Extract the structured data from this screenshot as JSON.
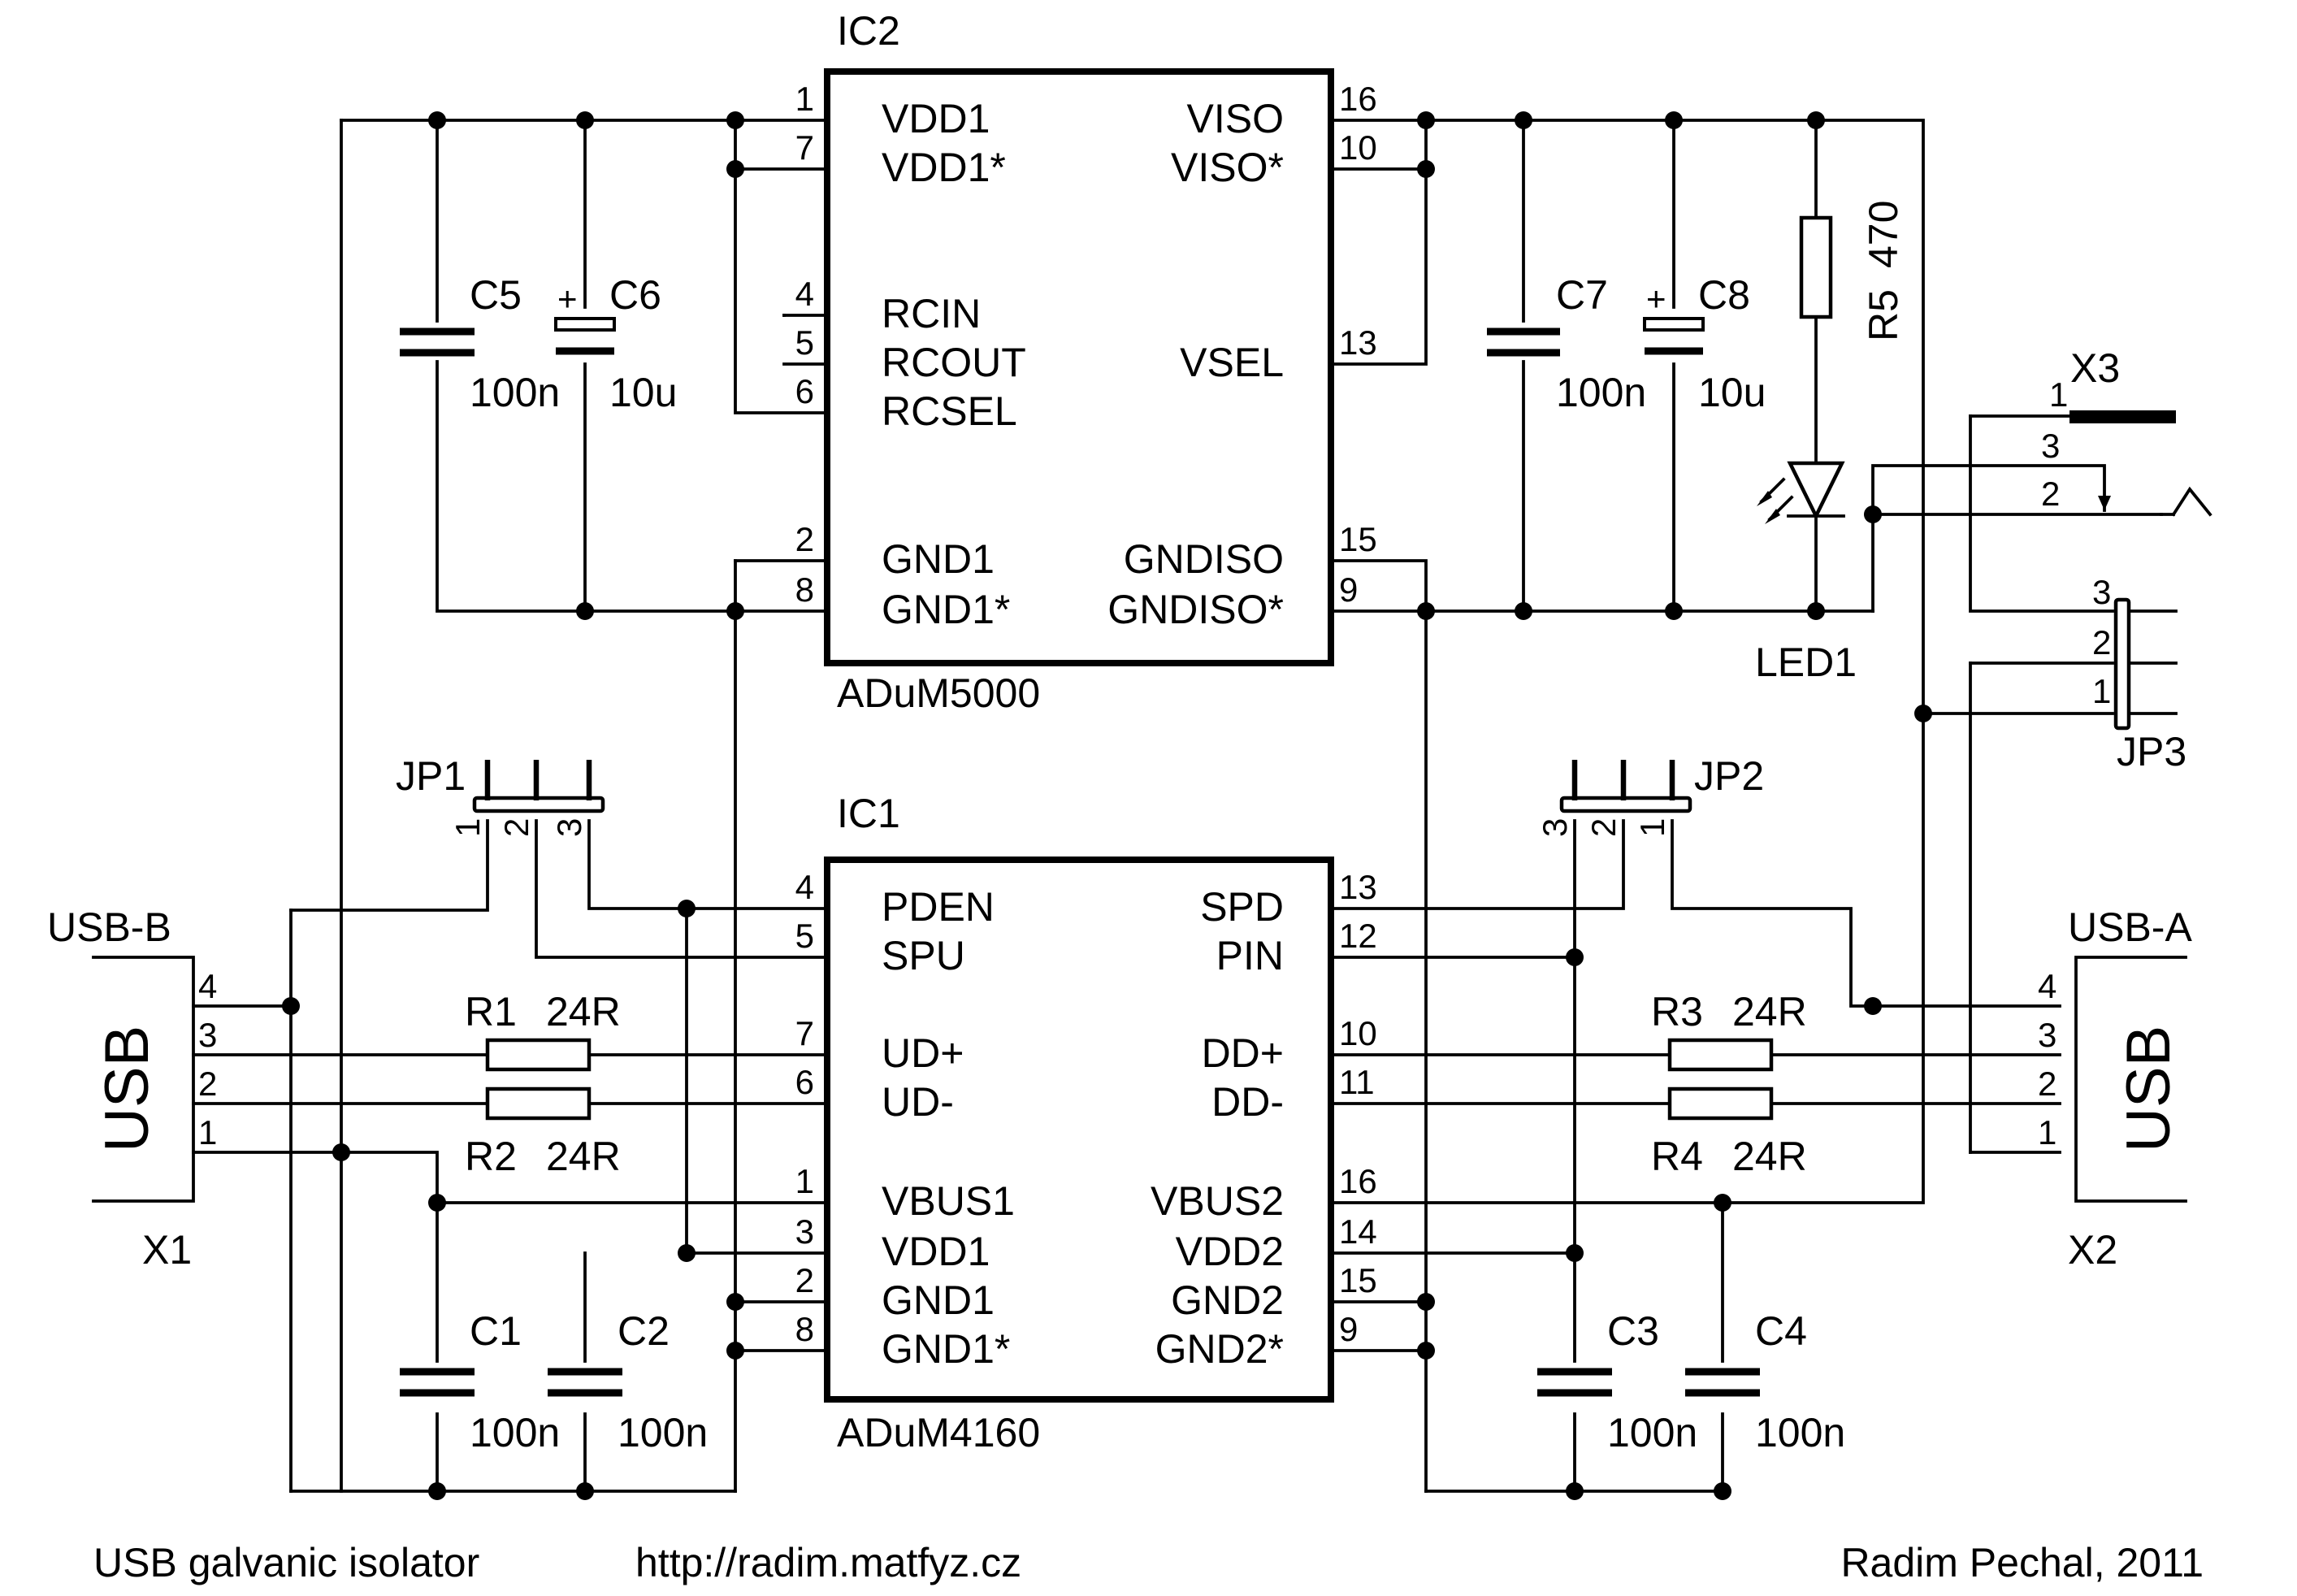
{
  "ic2": {
    "ref": "IC2",
    "part": "ADuM5000",
    "left_pins": [
      {
        "num": "1",
        "name": "VDD1"
      },
      {
        "num": "7",
        "name": "VDD1*"
      },
      {
        "num": "4",
        "name": "RCIN"
      },
      {
        "num": "5",
        "name": "RCOUT"
      },
      {
        "num": "6",
        "name": "RCSEL"
      },
      {
        "num": "2",
        "name": "GND1"
      },
      {
        "num": "8",
        "name": "GND1*"
      }
    ],
    "right_pins": [
      {
        "num": "16",
        "name": "VISO"
      },
      {
        "num": "10",
        "name": "VISO*"
      },
      {
        "num": "13",
        "name": "VSEL"
      },
      {
        "num": "15",
        "name": "GNDISO"
      },
      {
        "num": "9",
        "name": "GNDISO*"
      }
    ]
  },
  "ic1": {
    "ref": "IC1",
    "part": "ADuM4160",
    "left_pins": [
      {
        "num": "4",
        "name": "PDEN"
      },
      {
        "num": "5",
        "name": "SPU"
      },
      {
        "num": "7",
        "name": "UD+"
      },
      {
        "num": "6",
        "name": "UD-"
      },
      {
        "num": "1",
        "name": "VBUS1"
      },
      {
        "num": "3",
        "name": "VDD1"
      },
      {
        "num": "2",
        "name": "GND1"
      },
      {
        "num": "8",
        "name": "GND1*"
      }
    ],
    "right_pins": [
      {
        "num": "13",
        "name": "SPD"
      },
      {
        "num": "12",
        "name": "PIN"
      },
      {
        "num": "10",
        "name": "DD+"
      },
      {
        "num": "11",
        "name": "DD-"
      },
      {
        "num": "16",
        "name": "VBUS2"
      },
      {
        "num": "14",
        "name": "VDD2"
      },
      {
        "num": "15",
        "name": "GND2"
      },
      {
        "num": "9",
        "name": "GND2*"
      }
    ]
  },
  "capacitors": [
    {
      "ref": "C5",
      "value": "100n"
    },
    {
      "ref": "C6",
      "value": "10u"
    },
    {
      "ref": "C7",
      "value": "100n"
    },
    {
      "ref": "C8",
      "value": "10u"
    },
    {
      "ref": "C1",
      "value": "100n"
    },
    {
      "ref": "C2",
      "value": "100n"
    },
    {
      "ref": "C3",
      "value": "100n"
    },
    {
      "ref": "C4",
      "value": "100n"
    }
  ],
  "polarity_mark": "+",
  "resistors": [
    {
      "ref": "R1",
      "value": "24R"
    },
    {
      "ref": "R2",
      "value": "24R"
    },
    {
      "ref": "R3",
      "value": "24R"
    },
    {
      "ref": "R4",
      "value": "24R"
    },
    {
      "ref": "R5",
      "value": "470"
    }
  ],
  "led": {
    "ref": "LED1"
  },
  "jumpers": [
    {
      "ref": "JP1",
      "pins": [
        "1",
        "2",
        "3"
      ]
    },
    {
      "ref": "JP2",
      "pins": [
        "3",
        "2",
        "1"
      ]
    },
    {
      "ref": "JP3",
      "pins": [
        "3",
        "2",
        "1"
      ]
    }
  ],
  "connectors": {
    "x1": {
      "ref": "X1",
      "type": "USB-B",
      "body": "USB",
      "pins": [
        "4",
        "3",
        "2",
        "1"
      ]
    },
    "x2": {
      "ref": "X2",
      "type": "USB-A",
      "body": "USB",
      "pins": [
        "4",
        "3",
        "2",
        "1"
      ]
    },
    "x3": {
      "ref": "X3",
      "pins": [
        "1",
        "3",
        "2"
      ]
    }
  },
  "footer": {
    "title": "USB galvanic isolator",
    "url": "http://radim.matfyz.cz",
    "author": "Radim Pechal, 2011"
  }
}
